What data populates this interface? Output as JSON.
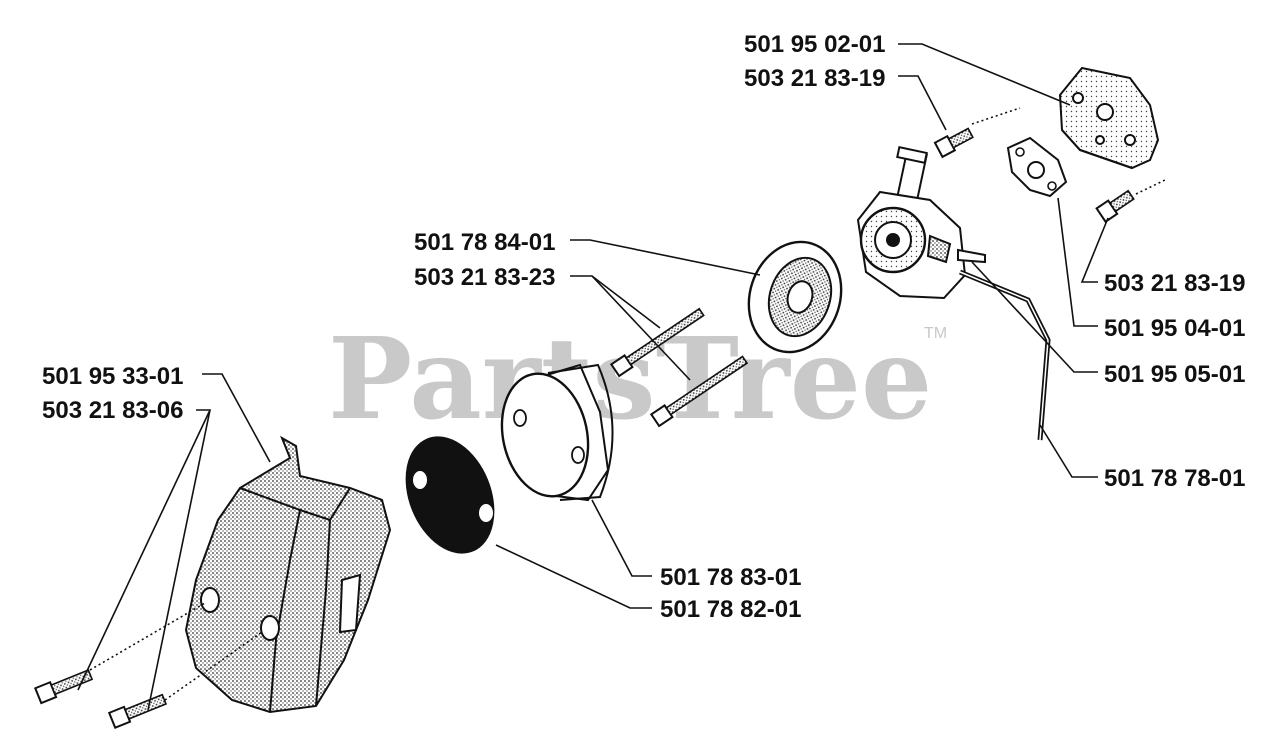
{
  "watermark": {
    "text": "PartsTree",
    "trademark": "TM"
  },
  "labels": {
    "p1": "501 95 02-01",
    "p2": "503 21 83-19",
    "p3": "501 78 84-01",
    "p4": "503 21 83-23",
    "p5": "503 21 83-19",
    "p6": "501 95 04-01",
    "p7": "501 95 05-01",
    "p8": "501 95 33-01",
    "p9": "503 21 83-06",
    "p10": "501 78 78-01",
    "p11": "501 78 83-01",
    "p12": "501 78 82-01"
  }
}
